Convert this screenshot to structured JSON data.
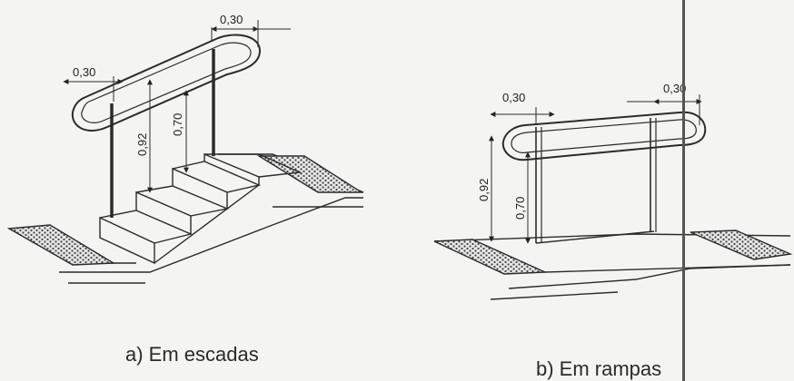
{
  "diagram_a": {
    "caption": "a) Em escadas",
    "dims": {
      "top_width": "0,30",
      "left_width": "0,30",
      "height_upper": "0,92",
      "height_lower": "0,70"
    }
  },
  "diagram_b": {
    "caption": "b) Em rampas",
    "dims": {
      "left_width": "0,30",
      "right_width": "0,30",
      "height_upper": "0,92",
      "height_lower": "0,70"
    }
  },
  "colors": {
    "line": "#2b2b2b",
    "tactile_fill": "#cfcfcf",
    "background": "#f4f4f2"
  }
}
